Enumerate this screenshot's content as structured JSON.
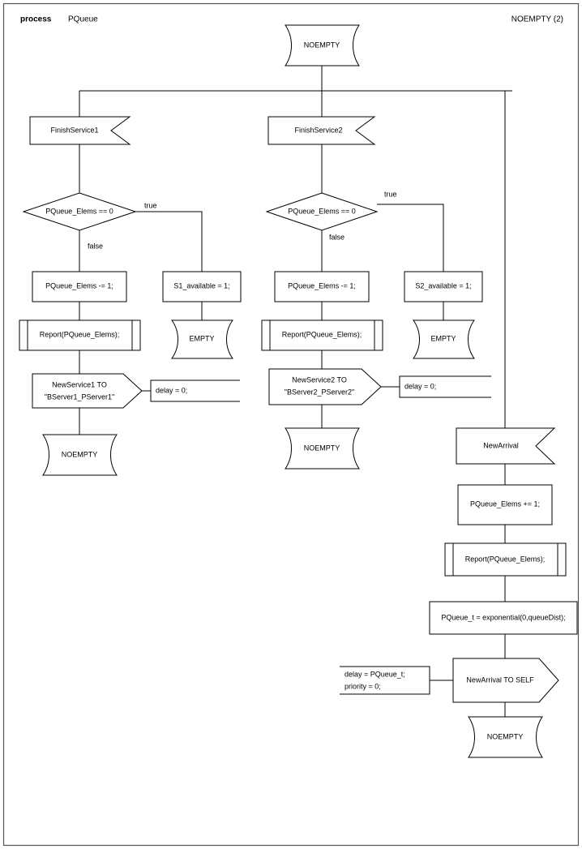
{
  "header": {
    "keyword": "process",
    "process_name": "PQueue",
    "page_label": "NOEMPTY (2)"
  },
  "colors": {
    "stroke": "#000000",
    "fill": "#ffffff",
    "frame": "#555555"
  },
  "nodes": {
    "start_state": "NOEMPTY",
    "input_finish_service_1": "FinishService1",
    "input_finish_service_2": "FinishService2",
    "input_new_arrival": "NewArrival",
    "decision_left": "PQueue_Elems == 0",
    "decision_mid": "PQueue_Elems == 0",
    "task_decr_left": "PQueue_Elems -= 1;",
    "task_decr_mid": "PQueue_Elems -= 1;",
    "task_incr_right": "PQueue_Elems += 1;",
    "task_s1_available": "S1_available = 1;",
    "task_s2_available": "S2_available = 1;",
    "task_pqueue_t": "PQueue_t = exponential(0,queueDist);",
    "proc_report_left": "Report(PQueue_Elems);",
    "proc_report_mid": "Report(PQueue_Elems);",
    "proc_report_right": "Report(PQueue_Elems);",
    "output_new_service_1_line1": "NewService1 TO",
    "output_new_service_1_line2": "\"BServer1_PServer1\"",
    "output_new_service_2_line1": "NewService2 TO",
    "output_new_service_2_line2": "\"BServer2_PServer2\"",
    "output_new_arrival_self": "NewArrival TO SELF",
    "state_empty_left": "EMPTY",
    "state_empty_mid": "EMPTY",
    "state_noempty_left": "NOEMPTY",
    "state_noempty_mid": "NOEMPTY",
    "state_noempty_right": "NOEMPTY"
  },
  "edge_labels": {
    "left_true": "true",
    "left_false": "false",
    "mid_true": "true",
    "mid_false": "false"
  },
  "comments": {
    "delay_left": "delay = 0;",
    "delay_mid": "delay = 0;",
    "arrival_line1": "delay = PQueue_t;",
    "arrival_line2": "priority = 0;"
  }
}
